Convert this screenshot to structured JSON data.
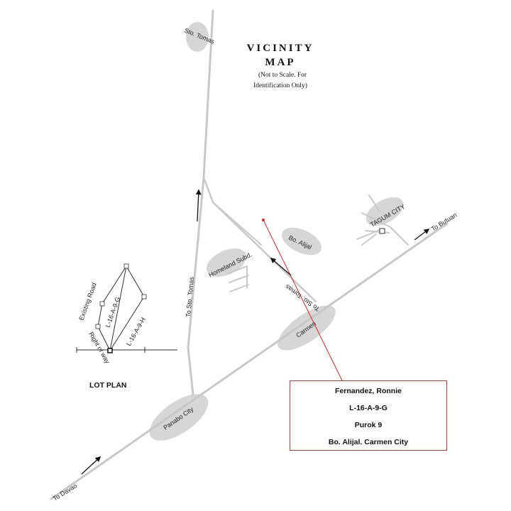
{
  "title": {
    "line1": "VICINITY",
    "line2": "MAP",
    "note1": "(Not to Scale. For",
    "note2": "Identification Only)"
  },
  "places": {
    "sto_tomas": "Sto. Tomas",
    "tagum_city": "TAGUM CITY",
    "bo_alijal": "Bo. Alijal",
    "homeland": "Homeland Subd.",
    "carmen": "Carmen",
    "panabo": "Panabo City"
  },
  "roads": {
    "to_sto_tomas_vertical": "To Sto. Tomas",
    "to_sto_tomas_diagonal": "To Sto. Tomas",
    "to_butuan": "To Butuan",
    "to_davao": "To Davao"
  },
  "lot_plan": {
    "title": "LOT PLAN",
    "existing_road": "Existing Road",
    "right_of_way": "Right of way",
    "lot_1": "L-16-A-9-G",
    "lot_2": "L-16-A-9-H"
  },
  "info": {
    "owner": "Fernandez, Ronnie",
    "lot": "L-16-A-9-G",
    "purok": "Purok 9",
    "address": "Bo. Alijal. Carmen City"
  },
  "colors": {
    "road": "#c8c8c8",
    "place_ellipse": "#d6d6d6",
    "leader_line": "#e02020",
    "box_border": "#c0392b"
  }
}
